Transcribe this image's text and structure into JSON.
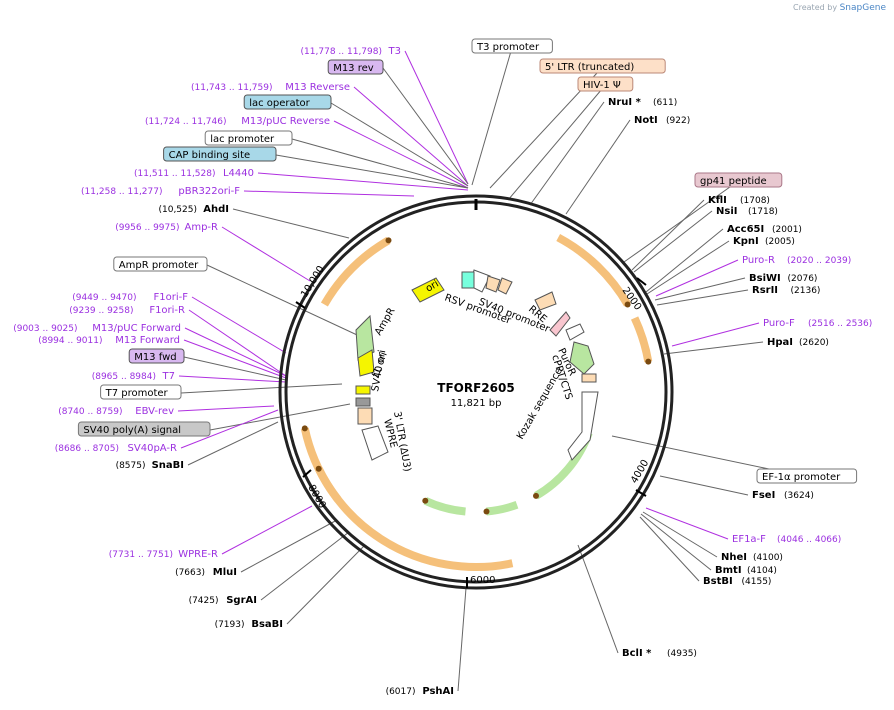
{
  "brand": {
    "prefix": "Created by",
    "name": "SnapGene"
  },
  "plasmid": {
    "name": "TFORF2605",
    "length": "11,821 bp"
  },
  "ticks": [
    "2000",
    "4000",
    "6000",
    "8000",
    "10,000"
  ],
  "labels": [
    {
      "text": "T3",
      "pos": "(11,778 .. 11,798)",
      "kind": "primer"
    },
    {
      "text": "M13 rev",
      "kind": "box-purple"
    },
    {
      "text": "M13 Reverse",
      "pos": "(11,743 .. 11,759)",
      "kind": "primer"
    },
    {
      "text": "lac operator",
      "kind": "box-blue"
    },
    {
      "text": "M13/pUC Reverse",
      "pos": "(11,724 .. 11,746)",
      "kind": "primer"
    },
    {
      "text": "lac promoter",
      "kind": "box-white"
    },
    {
      "text": "CAP binding site",
      "kind": "box-blue"
    },
    {
      "text": "L4440",
      "pos": "(11,511 .. 11,528)",
      "kind": "primer"
    },
    {
      "text": "pBR322ori-F",
      "pos": "(11,258 .. 11,277)",
      "kind": "primer"
    },
    {
      "text": "AhdI",
      "pos": "(10,525)",
      "kind": "site"
    },
    {
      "text": "Amp-R",
      "pos": "(9956 .. 9975)",
      "kind": "primer"
    },
    {
      "text": "AmpR promoter",
      "kind": "box-white"
    },
    {
      "text": "F1ori-F",
      "pos": "(9449 .. 9470)",
      "kind": "primer"
    },
    {
      "text": "F1ori-R",
      "pos": "(9239 .. 9258)",
      "kind": "primer"
    },
    {
      "text": "M13/pUC Forward",
      "pos": "(9003 .. 9025)",
      "kind": "primer"
    },
    {
      "text": "M13 Forward",
      "pos": "(8994 .. 9011)",
      "kind": "primer"
    },
    {
      "text": "M13 fwd",
      "kind": "box-purple"
    },
    {
      "text": "T7",
      "pos": "(8965 .. 8984)",
      "kind": "primer"
    },
    {
      "text": "T7 promoter",
      "kind": "box-white"
    },
    {
      "text": "EBV-rev",
      "pos": "(8740 .. 8759)",
      "kind": "primer"
    },
    {
      "text": "SV40 poly(A) signal",
      "kind": "box-gray"
    },
    {
      "text": "SV40pA-R",
      "pos": "(8686 .. 8705)",
      "kind": "primer"
    },
    {
      "text": "SnaBI",
      "pos": "(8575)",
      "kind": "site"
    },
    {
      "text": "WPRE-R",
      "pos": "(7731 .. 7751)",
      "kind": "primer"
    },
    {
      "text": "MluI",
      "pos": "(7663)",
      "kind": "site"
    },
    {
      "text": "SgrAI",
      "pos": "(7425)",
      "kind": "site"
    },
    {
      "text": "BsaBI",
      "pos": "(7193)",
      "kind": "site"
    },
    {
      "text": "PshAI",
      "pos": "(6017)",
      "kind": "site"
    },
    {
      "text": "T3 promoter",
      "kind": "box-white"
    },
    {
      "text": "5' LTR (truncated)",
      "kind": "box-orange"
    },
    {
      "text": "HIV-1 Ψ",
      "kind": "box-orange"
    },
    {
      "text": "NruI *",
      "pos": "(611)",
      "kind": "site"
    },
    {
      "text": "NotI",
      "pos": "(922)",
      "kind": "site"
    },
    {
      "text": "gp41 peptide",
      "kind": "box-pink"
    },
    {
      "text": "KflI",
      "pos": "(1708)",
      "kind": "site"
    },
    {
      "text": "NsiI",
      "pos": "(1718)",
      "kind": "site"
    },
    {
      "text": "Acc65I",
      "pos": "(2001)",
      "kind": "site"
    },
    {
      "text": "KpnI",
      "pos": "(2005)",
      "kind": "site"
    },
    {
      "text": "Puro-R",
      "pos": "(2020 .. 2039)",
      "kind": "primer"
    },
    {
      "text": "BsiWI",
      "pos": "(2076)",
      "kind": "site"
    },
    {
      "text": "RsrII",
      "pos": "(2136)",
      "kind": "site"
    },
    {
      "text": "Puro-F",
      "pos": "(2516 .. 2536)",
      "kind": "primer"
    },
    {
      "text": "HpaI",
      "pos": "(2620)",
      "kind": "site"
    },
    {
      "text": "EF-1α promoter",
      "kind": "box-white"
    },
    {
      "text": "FseI",
      "pos": "(3624)",
      "kind": "site"
    },
    {
      "text": "EF1a-F",
      "pos": "(4046 .. 4066)",
      "kind": "primer"
    },
    {
      "text": "NheI",
      "pos": "(4100)",
      "kind": "site"
    },
    {
      "text": "BmtI",
      "pos": "(4104)",
      "kind": "site"
    },
    {
      "text": "BstBI",
      "pos": "(4155)",
      "kind": "site"
    },
    {
      "text": "BclI *",
      "pos": "(4935)",
      "kind": "site"
    }
  ],
  "features": [
    {
      "text": "ori"
    },
    {
      "text": "RSV promoter"
    },
    {
      "text": "SV40 promoter"
    },
    {
      "text": "RRE"
    },
    {
      "text": "PuroR"
    },
    {
      "text": "cPPT/CTS"
    },
    {
      "text": "Kozak sequence"
    },
    {
      "text": "AmpR"
    },
    {
      "text": "f1 ori"
    },
    {
      "text": "SV40 ori"
    },
    {
      "text": "3' LTR (ΔU3)"
    },
    {
      "text": "WPRE"
    }
  ]
}
